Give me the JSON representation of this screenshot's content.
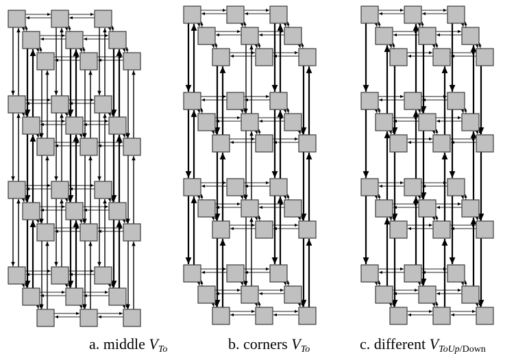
{
  "panels": [
    {
      "id": "a",
      "caption_prefix": "a. middle ",
      "var": "V",
      "sub": "To",
      "sub_suffix": ""
    },
    {
      "id": "b",
      "caption_prefix": "b. corners ",
      "var": "V",
      "sub": "To",
      "sub_suffix": ""
    },
    {
      "id": "c",
      "caption_prefix": "c. different ",
      "var": "V",
      "sub": "ToUp",
      "sub_suffix": "/Down"
    }
  ],
  "colors": {
    "node_fill": "#c0c0c0",
    "node_stroke": "#3a3a3a",
    "link": "#1e1e1e"
  }
}
